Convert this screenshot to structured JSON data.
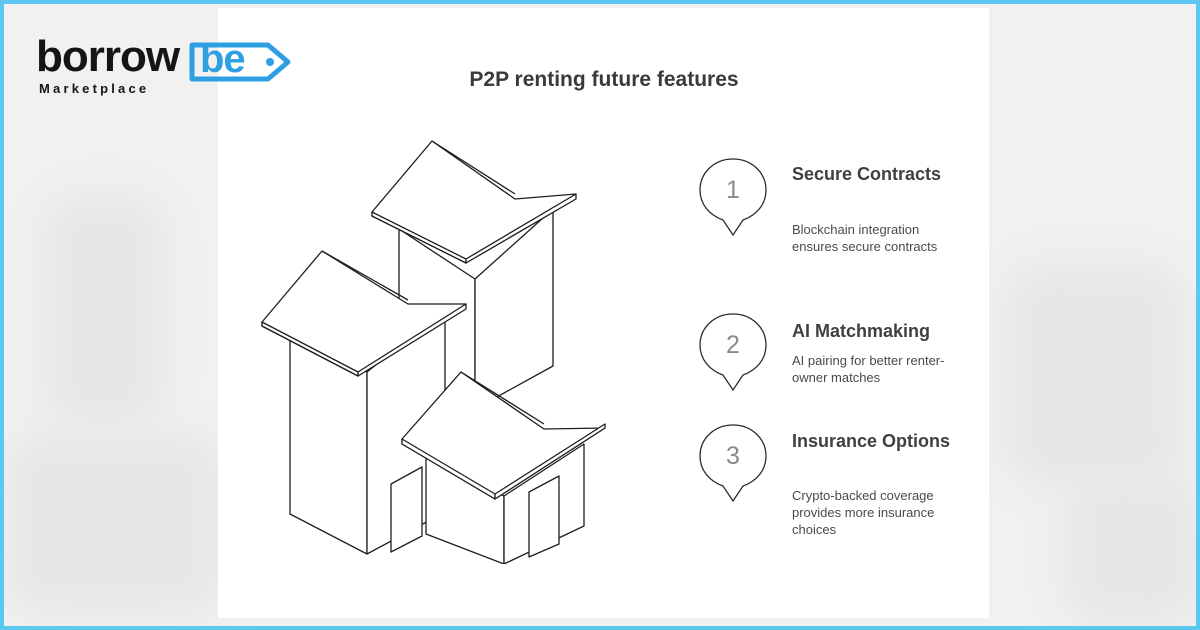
{
  "brand": {
    "name_main": "borrow",
    "name_tag": "be",
    "subtitle": "Marketplace",
    "accent_color": "#2f9fe4",
    "frame_color": "#5cc8f0"
  },
  "title": "P2P renting future features",
  "illustration": {
    "icon": "isometric-houses-icon"
  },
  "features": [
    {
      "number": "1",
      "title": "Secure Contracts",
      "description": "Blockchain integration ensures secure contracts"
    },
    {
      "number": "2",
      "title": "AI Matchmaking",
      "description": "AI pairing for better renter-owner matches"
    },
    {
      "number": "3",
      "title": "Insurance Options",
      "description": "Crypto-backed coverage provides more insurance choices"
    }
  ]
}
